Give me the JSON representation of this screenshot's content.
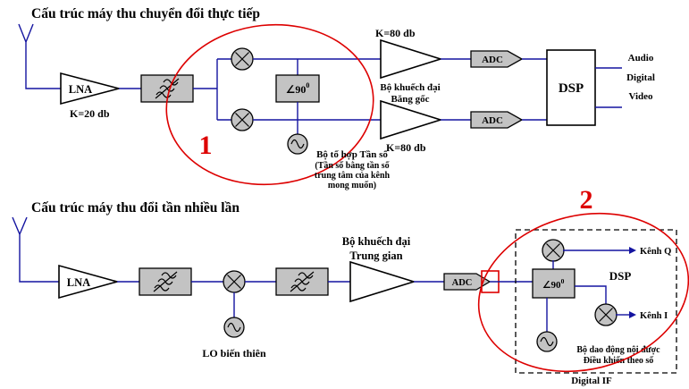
{
  "colors": {
    "line": "#1414a0",
    "accent_red": "#dd0000",
    "block_fill": "#c3c3c3"
  },
  "top_diagram": {
    "title": "Cấu trúc máy thu chuyển đổi thực tiếp",
    "lna_label": "LNA",
    "lna_gain": "K=20 db",
    "phase_shift": "∠90",
    "phase_shift_sup": "0",
    "marker": "1",
    "synth_caption": [
      "Bộ tổ hợp Tần số",
      "(Tần số bằng tần số",
      "trung tâm của kênh",
      "mong muốn)"
    ],
    "amp_top_gain": "K=80 db",
    "amp_bottom_gain": "K=80 db",
    "baseband_caption": [
      "Bộ khuếch đại",
      "Băng gốc"
    ],
    "adc_top_label": "ADC",
    "adc_bottom_label": "ADC",
    "dsp_label": "DSP",
    "outputs": [
      "Audio",
      "Digital",
      "Video"
    ]
  },
  "bottom_diagram": {
    "title": "Cấu trúc máy thu đổi tần nhiều lần",
    "lna_label": "LNA",
    "lo_label": "LO biến thiên",
    "if_amp_caption": [
      "Bộ khuếch đại",
      "Trung gian"
    ],
    "adc_label": "ADC",
    "marker": "2",
    "phase_shift": "∠90",
    "phase_shift_sup": "0",
    "dsp_label": "DSP",
    "channel_q": "Kênh Q",
    "channel_i": "Kênh I",
    "nco_caption": [
      "Bộ dao động nội được",
      "Điều khiển theo số"
    ],
    "digital_if_label": "Digital IF"
  }
}
